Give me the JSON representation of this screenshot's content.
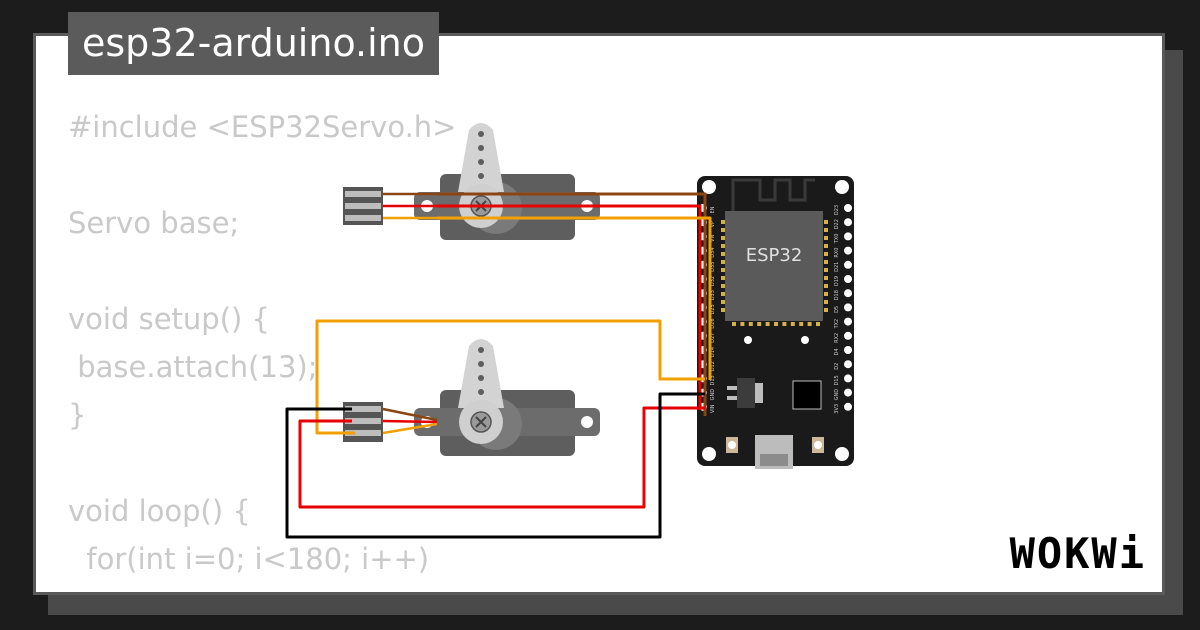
{
  "file_tab": {
    "title": "esp32-arduino.ino"
  },
  "code_lines": [
    "#include <ESP32Servo.h>",
    "",
    "Servo base;",
    "",
    "void setup() {",
    " base.attach(13);",
    "}",
    "",
    "void loop() {",
    "  for(int i=0; i<180; i++)"
  ],
  "board": {
    "chip_label": "ESP32",
    "left_pins": [
      "EN",
      "VP",
      "VN",
      "D34",
      "D35",
      "D32",
      "D33",
      "D25",
      "D26",
      "D27",
      "D14",
      "D12",
      "D13",
      "GND",
      "VIN"
    ],
    "right_pins": [
      "D23",
      "D22",
      "TX0",
      "RX0",
      "D21",
      "D19",
      "D18",
      "D5",
      "TX2",
      "RX2",
      "D4",
      "D2",
      "D15",
      "GND",
      "3V3"
    ]
  },
  "logo": {
    "text": "WOKWi"
  },
  "colors": {
    "wire_brown": "#8b4513",
    "wire_red": "#e60000",
    "wire_orange": "#f0a000",
    "wire_black": "#000000",
    "servo_body": "#5e5e5e",
    "board_body": "#1a1a1a"
  }
}
